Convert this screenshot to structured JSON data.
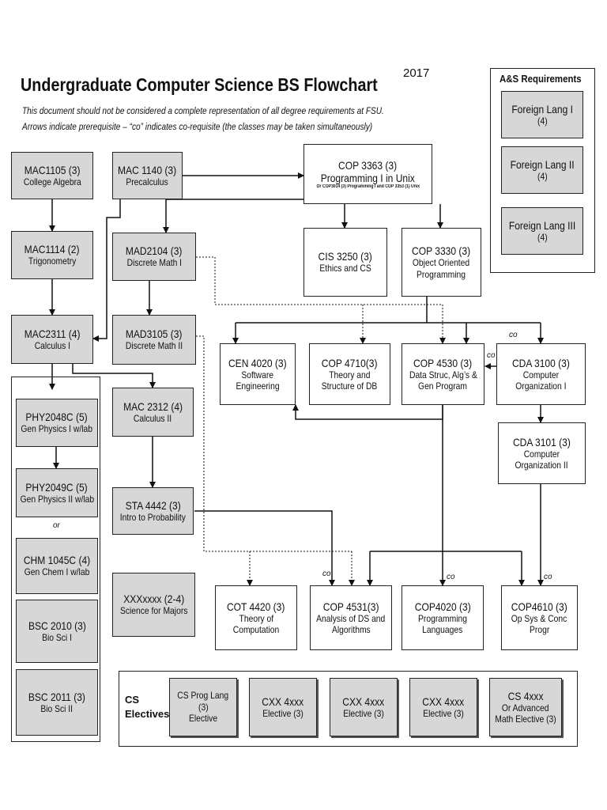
{
  "header": {
    "title": "Undergraduate Computer Science BS Flowchart",
    "year": "2017",
    "note1": "This document should not be considered a complete representation of all degree requirements at FSU.",
    "note2": "Arrows indicate prerequisite – “co” indicates co-requisite (the classes may be taken simultaneously)"
  },
  "courses": {
    "mac1105": {
      "code": "MAC1105 (3)",
      "name": "College Algebra"
    },
    "mac1140": {
      "code": "MAC 1140 (3)",
      "name": "Precalculus"
    },
    "cop3363": {
      "code": "COP 3363 (3)",
      "name": "Programming I in Unix",
      "note": "Or COP3014 (3) Programming I and COP 3353 (1) Unix"
    },
    "mac1114": {
      "code": "MAC1114 (2)",
      "name": "Trigonometry"
    },
    "mad2104": {
      "code": "MAD2104 (3)",
      "name": "Discrete Math I"
    },
    "cis3250": {
      "code": "CIS 3250 (3)",
      "name": "Ethics and CS"
    },
    "cop3330": {
      "code": "COP 3330 (3)",
      "name1": "Object Oriented",
      "name2": "Programming"
    },
    "mac2311": {
      "code": "MAC2311 (4)",
      "name": "Calculus I"
    },
    "mad3105": {
      "code": "MAD3105 (3)",
      "name": "Discrete Math II"
    },
    "cen4020": {
      "code": "CEN 4020 (3)",
      "name1": "Software",
      "name2": "Engineering"
    },
    "cop4710": {
      "code": "COP 4710(3)",
      "name1": "Theory and",
      "name2": "Structure of DB"
    },
    "cop4530": {
      "code": "COP 4530 (3)",
      "name1": "Data Struc, Alg’s &",
      "name2": "Gen Program"
    },
    "cda3100": {
      "code": "CDA 3100 (3)",
      "name1": "Computer",
      "name2": "Organization I"
    },
    "phy2048c": {
      "code": "PHY2048C (5)",
      "name": "Gen Physics I w/lab"
    },
    "mac2312": {
      "code": "MAC 2312 (4)",
      "name": "Calculus II"
    },
    "cda3101": {
      "code": "CDA 3101 (3)",
      "name1": "Computer",
      "name2": "Organization II"
    },
    "phy2049c": {
      "code": "PHY2049C (5)",
      "name": "Gen Physics II w/lab"
    },
    "sta4442": {
      "code": "STA 4442 (3)",
      "name": "Intro to Probability"
    },
    "chm1045c": {
      "code": "CHM 1045C (4)",
      "name": "Gen Chem I w/lab"
    },
    "xxx": {
      "code": "XXXxxxx (2-4)",
      "name": "Science for Majors"
    },
    "cot4420": {
      "code": "COT 4420 (3)",
      "name1": "Theory of",
      "name2": "Computation"
    },
    "cop4531": {
      "code": "COP 4531(3)",
      "name1": "Analysis of DS and",
      "name2": "Algorithms"
    },
    "cop4020": {
      "code": "COP4020 (3)",
      "name1": "Programming",
      "name2": "Languages"
    },
    "cop4610": {
      "code": "COP4610 (3)",
      "name1": "Op Sys & Conc",
      "name2": "Progr"
    },
    "bsc2010": {
      "code": "BSC 2010 (3)",
      "name": "Bio Sci I"
    },
    "bsc2011": {
      "code": "BSC 2011 (3)",
      "name": "Bio Sci II"
    }
  },
  "science": {
    "or_label": "or"
  },
  "as_requirements": {
    "heading": "A&S Requirements",
    "items": [
      {
        "name": "Foreign Lang I",
        "credits": "(4)"
      },
      {
        "name": "Foreign Lang II",
        "credits": "(4)"
      },
      {
        "name": "Foreign Lang III",
        "credits": "(4)"
      }
    ]
  },
  "electives": {
    "label1": "CS",
    "label2": "Electives",
    "items": [
      {
        "line1": "CS Prog Lang",
        "line2": "(3)",
        "line3": "Elective"
      },
      {
        "line1": "CXX 4xxx",
        "line2": "Elective (3)"
      },
      {
        "line1": "CXX 4xxx",
        "line2": "Elective (3)"
      },
      {
        "line1": "CXX 4xxx",
        "line2": "Elective (3)"
      },
      {
        "line1": "CS 4xxx",
        "line2": "Or Advanced",
        "line3": "Math Elective (3)"
      }
    ]
  },
  "co_label": "co"
}
